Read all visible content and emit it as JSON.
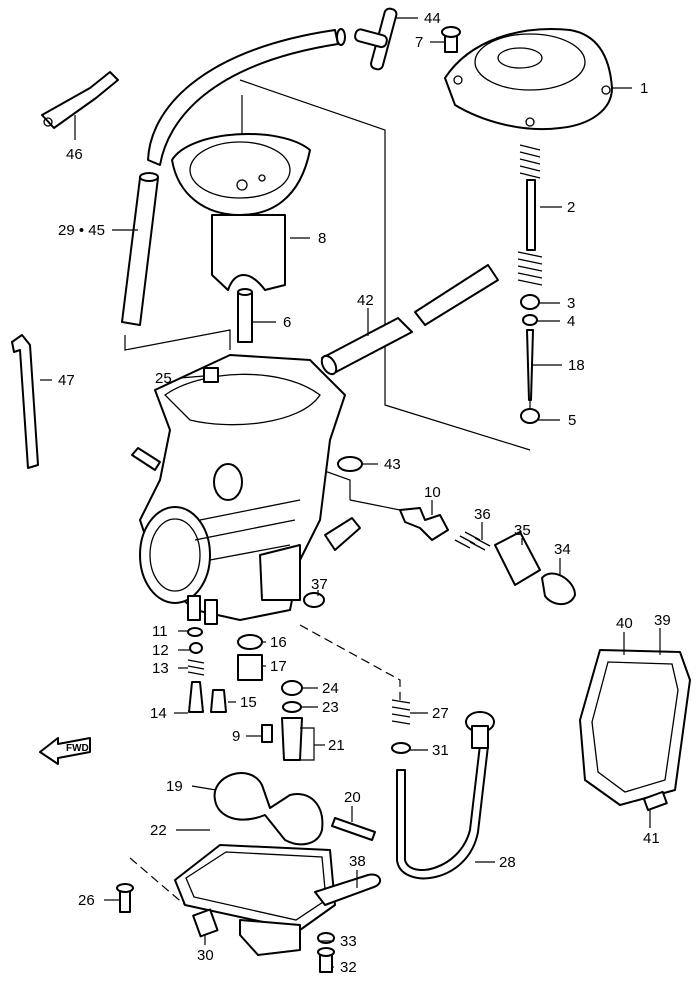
{
  "labels": {
    "p1": "1",
    "p2": "2",
    "p3": "3",
    "p4": "4",
    "p5": "5",
    "p6": "6",
    "p7": "7",
    "p8": "8",
    "p9": "9",
    "p10": "10",
    "p11": "11",
    "p12": "12",
    "p13": "13",
    "p14": "14",
    "p15": "15",
    "p16": "16",
    "p17": "17",
    "p18": "18",
    "p19": "19",
    "p20": "20",
    "p21": "21",
    "p22": "22",
    "p23": "23",
    "p24": "24",
    "p25": "25",
    "p26": "26",
    "p27": "27",
    "p28": "28",
    "p29_45": "29 • 45",
    "p30": "30",
    "p31": "31",
    "p32": "32",
    "p33": "33",
    "p34": "34",
    "p35": "35",
    "p36": "36",
    "p37": "37",
    "p38": "38",
    "p39": "39",
    "p40": "40",
    "p41": "41",
    "p42": "42",
    "p43": "43",
    "p44": "44",
    "p46": "46",
    "p47": "47"
  },
  "fwd_label": "FWD"
}
